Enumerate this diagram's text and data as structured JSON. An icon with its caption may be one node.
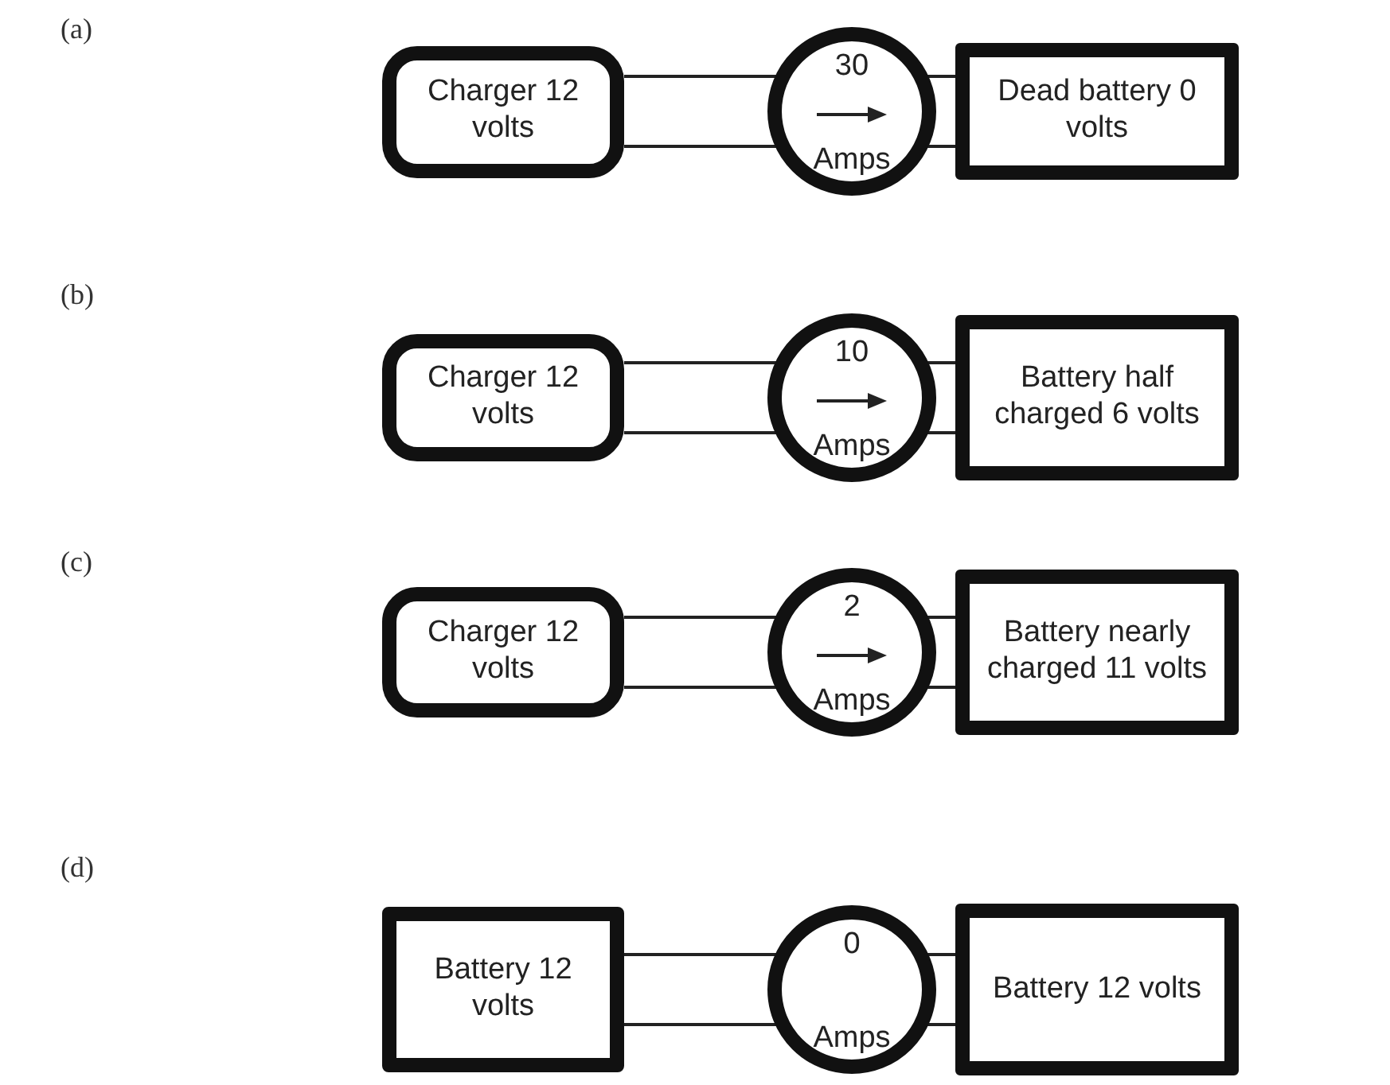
{
  "diagram": {
    "nodes": [
      {
        "text": [
          "Charger 12 volts"
        ]
      },
      {
        "text": [
          "30",
          "Amps"
        ]
      },
      {
        "text": [
          "Dead battery 0 volts"
        ]
      },
      {
        "text": [
          "Charger 12 volts"
        ]
      },
      {
        "text": [
          "10",
          "Amps"
        ]
      },
      {
        "text": [
          "Battery half charged 6 volts"
        ]
      },
      {
        "text": [
          "Charger 12 volts"
        ]
      },
      {
        "text": [
          "2",
          "Amps"
        ]
      },
      {
        "text": [
          "Battery nearly charged 11 volts"
        ]
      },
      {
        "text": [
          "Battery 12 volts"
        ]
      },
      {
        "text": [
          "0",
          "Amps"
        ]
      },
      {
        "text": [
          "Battery 12 volts"
        ]
      }
    ],
    "edges": [
      {
        "from": 0,
        "to": 1,
        "arrow": "none"
      },
      {
        "from": 0,
        "to": 1,
        "arrow": "none"
      },
      {
        "from": 1,
        "to": 2,
        "arrow": "none"
      },
      {
        "from": 1,
        "to": 2,
        "arrow": "none"
      },
      {
        "from": 3,
        "to": 4,
        "arrow": "none"
      },
      {
        "from": 3,
        "to": 4,
        "arrow": "none"
      },
      {
        "from": 4,
        "to": 5,
        "arrow": "none"
      },
      {
        "from": 4,
        "to": 5,
        "arrow": "none"
      },
      {
        "from": 6,
        "to": 7,
        "arrow": "none"
      },
      {
        "from": 6,
        "to": 7,
        "arrow": "none"
      },
      {
        "from": 7,
        "to": 8,
        "arrow": "none"
      },
      {
        "from": 7,
        "to": 8,
        "arrow": "none"
      },
      {
        "from": 9,
        "to": 10,
        "arrow": "none"
      },
      {
        "from": 9,
        "to": 10,
        "arrow": "none"
      },
      {
        "from": 10,
        "to": 11,
        "arrow": "none"
      },
      {
        "from": 10,
        "to": 11,
        "arrow": "none"
      }
    ],
    "labels": [
      "(a)",
      "(b)",
      "(c)",
      "(d)"
    ]
  }
}
